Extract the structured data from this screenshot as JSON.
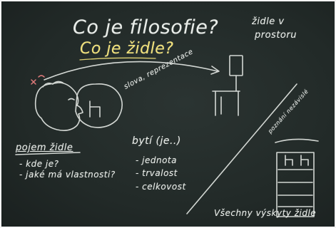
{
  "board": {
    "title": "Co je filosofie?",
    "subtitle": "Co je židle?",
    "chair_label_line1": "židle v",
    "chair_label_line2": "prostoru",
    "words_label": "slova, reprezentace",
    "concept_heading": "pojem židle",
    "concept_item1": "- kde je?",
    "concept_item2": "- jaké má vlastnosti?",
    "being_heading": "bytí (je..)",
    "being_item1": "- jednota",
    "being_item2": "- trvalost",
    "being_item3": "- celkovost",
    "diagonal_label": "poznání nezávislé",
    "bottom_label": "Všechny výskyty židle"
  },
  "colors": {
    "board": "#252d2b",
    "chalk_white": "#e9ede9",
    "chalk_yellow": "#f2e27a",
    "chalk_red": "#e07a7a"
  }
}
